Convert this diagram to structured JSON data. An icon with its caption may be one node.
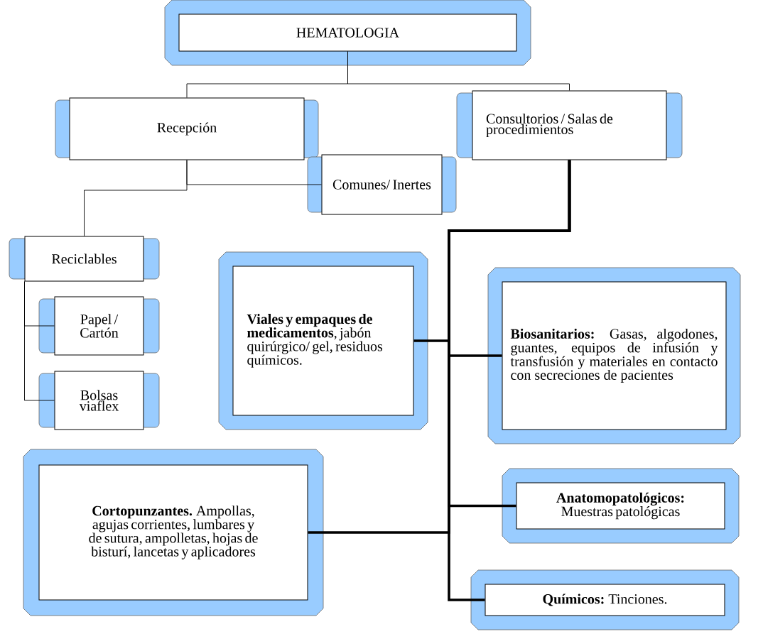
{
  "diagram": {
    "nodes": [
      {
        "text": [
          "HEMATOLOGIA"
        ]
      },
      {
        "text": [
          "Recepción"
        ]
      },
      {
        "text": [
          "Consultorios / Salas de procedimientos"
        ]
      },
      {
        "text": [
          "Comunes/ Inertes"
        ]
      },
      {
        "text": [
          "Reciclables"
        ]
      },
      {
        "text": [
          "Papel / Cartón"
        ]
      },
      {
        "text": [
          "Bolsas viaflex"
        ]
      },
      {
        "text": [
          "**Viales y empaques de medicamentos**, jabón quirúrgico/ gel, residuos químicos."
        ]
      },
      {
        "text": [
          "**Biosanitarios:** Gasas, algodones, guantes, equipos de infusión y transfusión y materiales en contacto con secreciones de pacientes"
        ]
      },
      {
        "text": [
          "**Cortopunzantes.** Ampollas, agujas corrientes, lumbares y de sutura, ampolletas, hojas de bisturí, lancetas y aplicadores"
        ]
      },
      {
        "text": [
          "**Anatomopatológicos:** Muestras patológicas"
        ]
      },
      {
        "text": [
          "**Químicos:** Tinciones."
        ]
      }
    ],
    "edges": [
      {
        "from": 0,
        "to": 1,
        "arrow": "none"
      },
      {
        "from": 0,
        "to": 2,
        "arrow": "none"
      },
      {
        "from": 1,
        "to": 3,
        "arrow": "none"
      },
      {
        "from": 1,
        "to": 4,
        "arrow": "none"
      },
      {
        "from": 4,
        "to": 5,
        "arrow": "none"
      },
      {
        "from": 4,
        "to": 6,
        "arrow": "none"
      },
      {
        "from": 2,
        "to": 7,
        "arrow": "none",
        "style": "thick"
      },
      {
        "from": 2,
        "to": 8,
        "arrow": "none",
        "style": "thick"
      },
      {
        "from": 2,
        "to": 9,
        "arrow": "none",
        "style": "thick"
      },
      {
        "from": 2,
        "to": 10,
        "arrow": "none",
        "style": "thick"
      },
      {
        "from": 2,
        "to": 11,
        "arrow": "none",
        "style": "thick"
      }
    ]
  }
}
